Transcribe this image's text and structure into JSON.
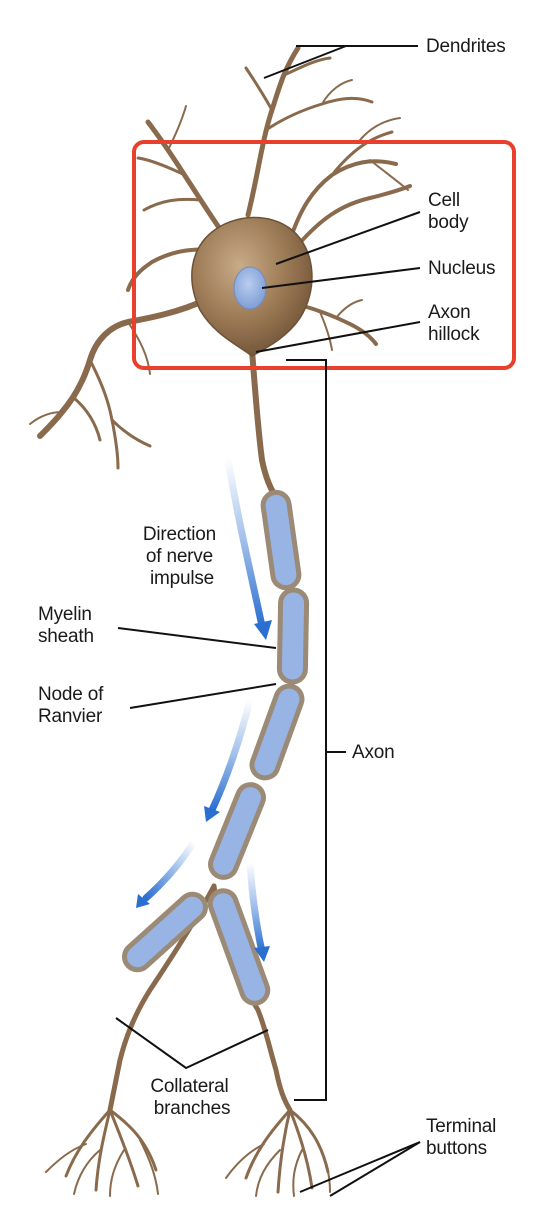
{
  "labels": {
    "dendrites": "Dendrites",
    "cell_body": [
      "Cell",
      "body"
    ],
    "nucleus": "Nucleus",
    "axon_hillock": [
      "Axon",
      "hillock"
    ],
    "direction": [
      "Direction",
      "of nerve",
      "impulse"
    ],
    "myelin_sheath": [
      "Myelin",
      "sheath"
    ],
    "node_of_ranvier": [
      "Node of",
      "Ranvier"
    ],
    "axon": "Axon",
    "collateral_branches": [
      "Collateral",
      "branches"
    ],
    "terminal_buttons": [
      "Terminal",
      "buttons"
    ]
  },
  "colors": {
    "highlight_box": "#e8402c",
    "neuron": "#8a6a4c",
    "myelin": "#98b4e4",
    "impulse_arrow": "#2a6fd0"
  }
}
